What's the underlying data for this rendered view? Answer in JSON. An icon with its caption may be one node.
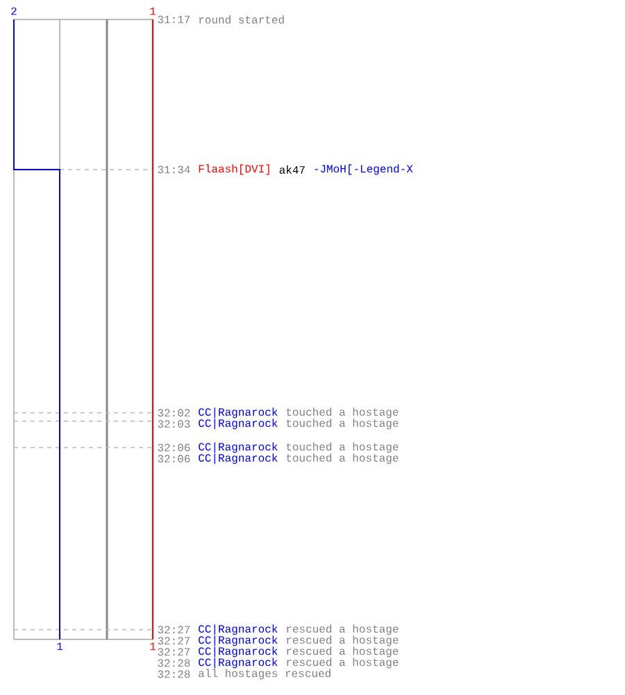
{
  "diagram": {
    "labels": [
      "2",
      "1",
      "31:17",
      "round started",
      "31:34",
      "Flaash[DVI]",
      "ak47",
      "-JMoH[-Legend-X",
      "32:02",
      "CC|Ragnarock",
      "touched a hostage",
      "32:03",
      "CC|Ragnarock",
      "touched a hostage",
      "32:06",
      "CC|Ragnarock",
      "touched a hostage",
      "32:06",
      "CC|Ragnarock",
      "touched a hostage",
      "32:27",
      "CC|Ragnarock",
      "rescued a hostage",
      "32:27",
      "CC|Ragnarock",
      "rescued a hostage",
      "32:27",
      "CC|Ragnarock",
      "rescued a hostage",
      "32:28",
      "CC|Ragnarock",
      "rescued a hostage",
      "32:28",
      "all hostages rescued",
      "1",
      "1"
    ]
  }
}
